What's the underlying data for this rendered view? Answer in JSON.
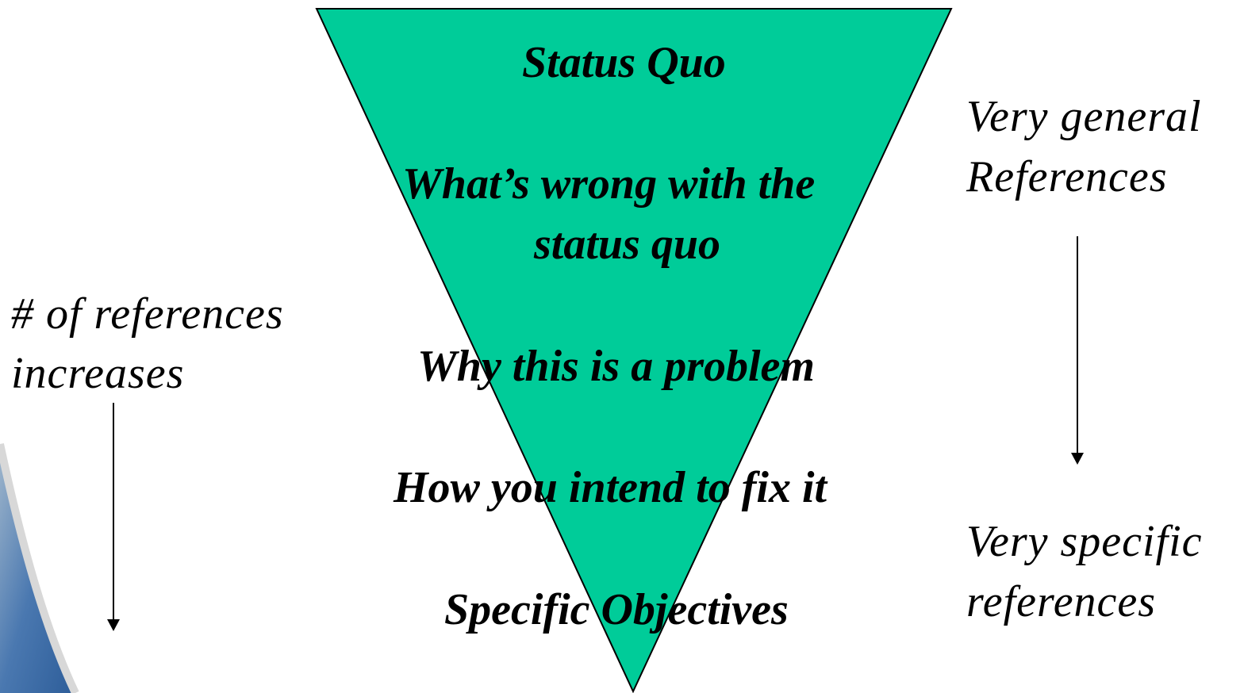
{
  "funnel": {
    "fill_color": "#00cc99",
    "stages": [
      "Status Quo",
      "What’s wrong with the",
      "status quo",
      "Why this is a problem",
      "How you intend to fix it",
      "Specific Objectives"
    ]
  },
  "left_note": {
    "line1": "# of references",
    "line2": "increases"
  },
  "right_top_note": {
    "line1": "Very general",
    "line2": "References"
  },
  "right_bottom_note": {
    "line1": "Very specific",
    "line2": "references"
  },
  "background_accent_color": "#4a78b0"
}
